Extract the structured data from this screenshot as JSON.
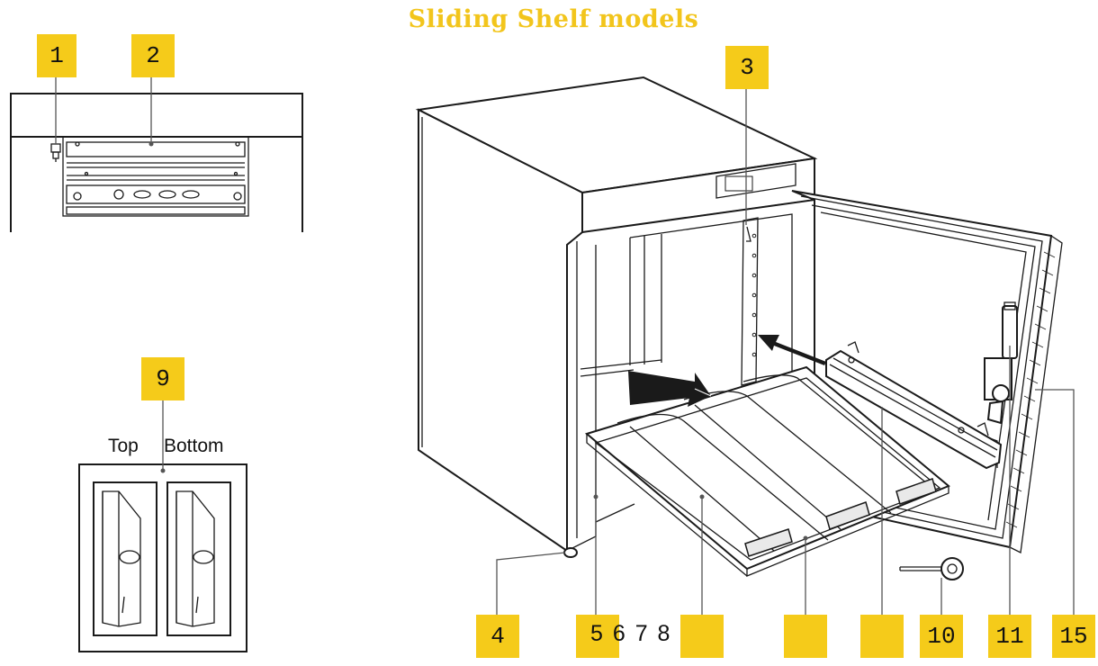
{
  "title": "Sliding Shelf models",
  "callouts": {
    "c1": "1",
    "c2": "2",
    "c3": "3",
    "c4": "4",
    "c5678": "5 6 7 8",
    "c9": "9",
    "c10": "10",
    "c11": "11",
    "c15": "15"
  },
  "switch_panel": {
    "top_label": "Top",
    "bottom_label": "Bottom"
  },
  "colors": {
    "accent_yellow": "#f5cb1a",
    "title_yellow": "#f2c51c"
  }
}
